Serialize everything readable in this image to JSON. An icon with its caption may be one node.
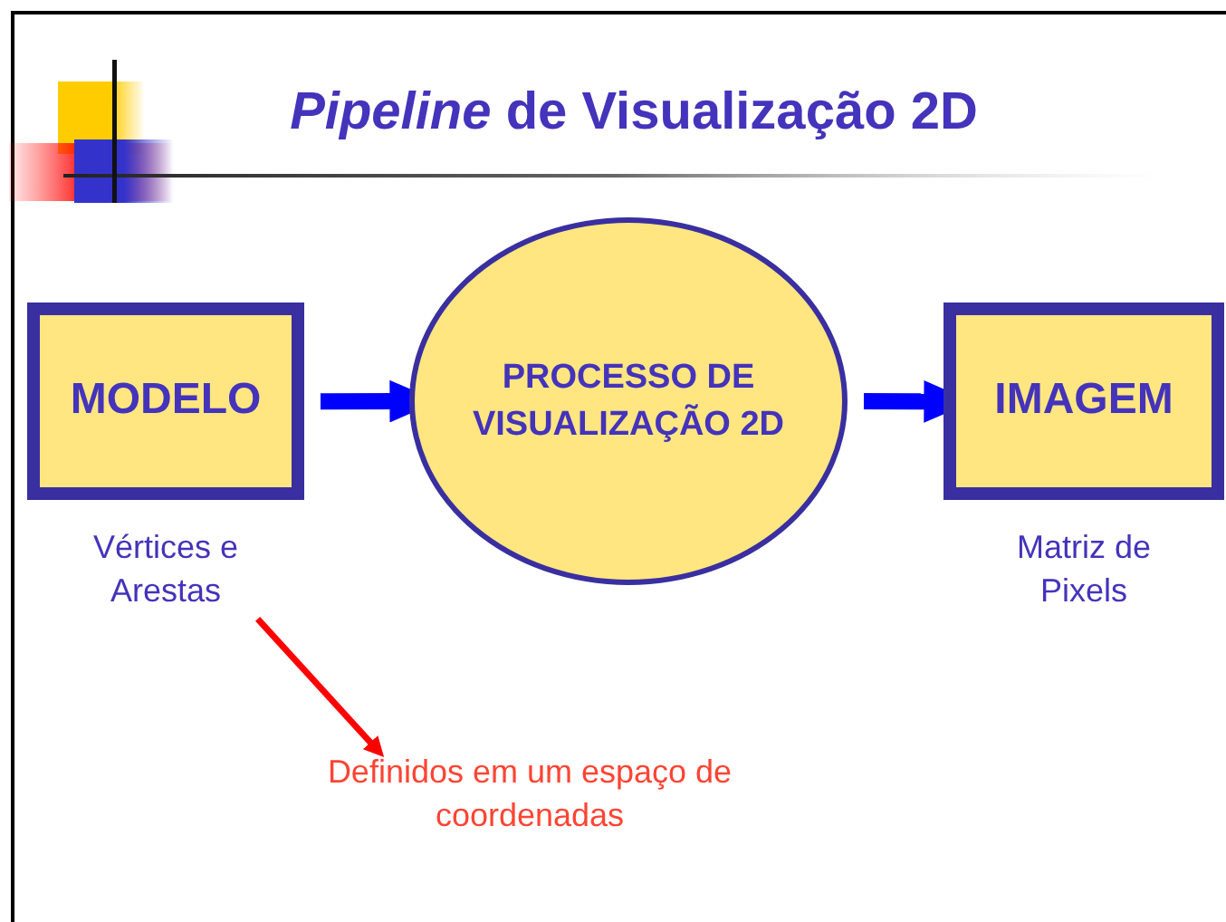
{
  "diagram": {
    "title": "*Pipeline* de Visualização 2D",
    "nodes": [
      {
        "text": [
          "MODELO"
        ],
        "beside": [
          "Vértices e Arestas"
        ]
      },
      {
        "text": [
          "PROCESSO DE VISUALIZAÇÃO 2D"
        ]
      },
      {
        "text": [
          "IMAGEM"
        ],
        "beside": [
          "Matriz de Pixels"
        ]
      },
      {
        "text": [
          "Definidos em um espaço de coordenadas"
        ]
      }
    ],
    "edges": [
      {
        "from": 0,
        "to": 1,
        "arrow": "to"
      },
      {
        "from": 1,
        "to": 2,
        "arrow": "to"
      },
      {
        "from": 0,
        "to": 3,
        "arrow": "to",
        "color": "#ff0000"
      }
    ]
  }
}
